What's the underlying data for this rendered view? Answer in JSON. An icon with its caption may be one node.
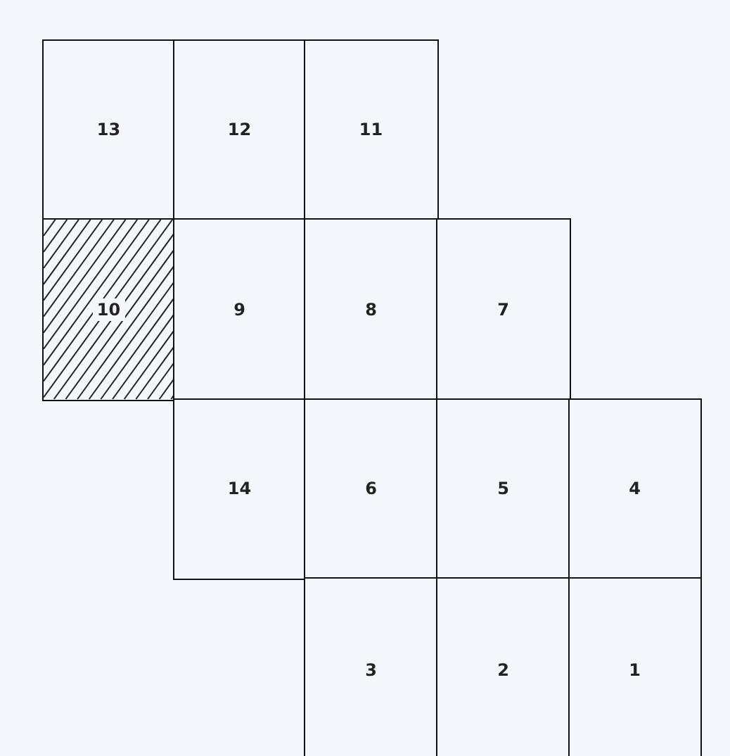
{
  "diagram": {
    "nodes": [
      {
        "text": [
          "13"
        ]
      },
      {
        "text": [
          "12"
        ]
      },
      {
        "text": [
          "11"
        ]
      },
      {
        "text": [
          "10"
        ]
      },
      {
        "text": [
          "9"
        ]
      },
      {
        "text": [
          "8"
        ]
      },
      {
        "text": [
          "7"
        ]
      },
      {
        "text": [
          "14"
        ]
      },
      {
        "text": [
          "6"
        ]
      },
      {
        "text": [
          "5"
        ]
      },
      {
        "text": [
          "4"
        ]
      },
      {
        "text": [
          "3"
        ]
      },
      {
        "text": [
          "2"
        ]
      },
      {
        "text": [
          "1"
        ]
      }
    ]
  }
}
